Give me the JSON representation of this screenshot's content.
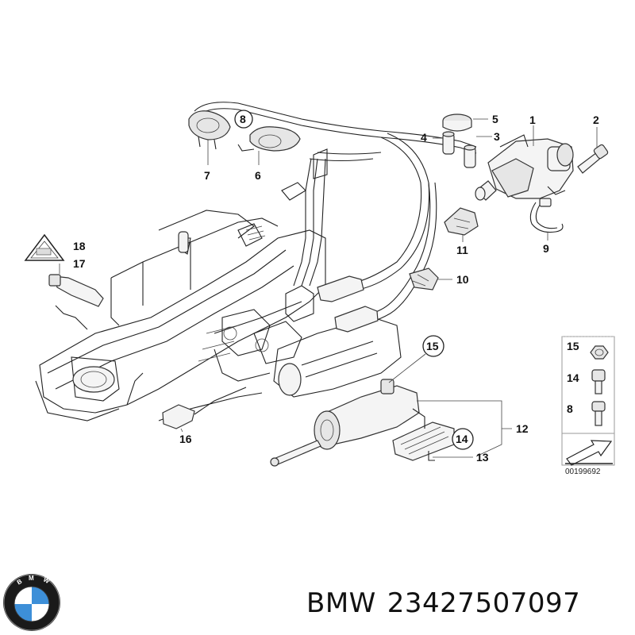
{
  "callouts": {
    "c1": "1",
    "c2": "2",
    "c3": "3",
    "c4": "4",
    "c5": "5",
    "c6": "6",
    "c7": "7",
    "c8": "8",
    "c9": "9",
    "c10": "10",
    "c11": "11",
    "c12": "12",
    "c13": "13",
    "c14": "14",
    "c15": "15",
    "c16": "16",
    "c17": "17",
    "c18": "18"
  },
  "legend": {
    "l15": "15",
    "l14": "14",
    "l8": "8"
  },
  "diagram_code": "00199692",
  "brand": {
    "name": "BMW",
    "part_number": "23427507097"
  },
  "icons": [
    "bmw-logo-icon",
    "warning-triangle-icon",
    "arrow-icon"
  ]
}
